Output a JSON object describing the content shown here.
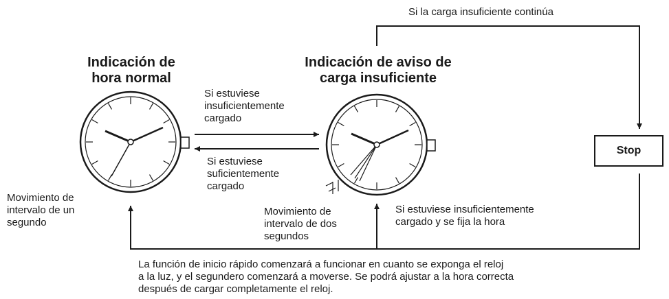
{
  "titles": {
    "normal": [
      "Indicación de",
      "hora normal"
    ],
    "warning": [
      "Indicación de aviso de",
      "carga insuficiente"
    ]
  },
  "labels": {
    "top": "Si la carga insuficiente continúa",
    "to_warning": [
      "Si estuviese",
      "insuficientemente",
      "cargado"
    ],
    "to_normal": [
      "Si estuviese",
      "suficientemente",
      "cargado"
    ],
    "one_second": [
      "Movimiento de",
      "intervalo de un",
      "segundo"
    ],
    "two_second": [
      "Movimiento de",
      "intervalo de dos",
      "segundos"
    ],
    "time_set": [
      "Si estuviese insuficientemente",
      "cargado y se fija la hora"
    ],
    "stop": "Stop"
  },
  "note": [
    "La función de inicio rápido comenzará a funcionar en cuanto se exponga el reloj",
    "a la luz, y el segundero comenzará a moverse. Se podrá ajustar a la hora correcta",
    "después de cargar completamente el reloj."
  ]
}
